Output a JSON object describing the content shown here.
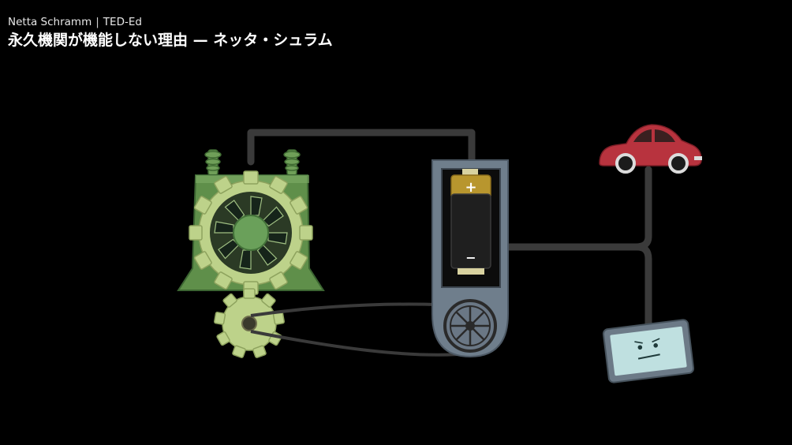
{
  "player": {
    "channel_presenter": "Netta Schramm",
    "separator": "|",
    "channel_name": "TED-Ed",
    "video_title": "永久機関が機能しない理由 — ネッタ・シュラム"
  },
  "illustration": {
    "battery_positive_label": "+",
    "battery_negative_label": "−",
    "colors": {
      "background": "#000000",
      "wire": "#3a3a3a",
      "generator_body": "#5f8f4a",
      "gear": "#bdd28a",
      "battery_case": "#6f7e8c",
      "battery_top": "#b8962e",
      "car": "#b8333e",
      "tablet_screen": "#bfe0e0"
    },
    "icons": [
      "generator-icon",
      "gear-icon",
      "battery-icon",
      "pulley-wheel-icon",
      "car-icon",
      "tablet-sad-face-icon"
    ]
  }
}
